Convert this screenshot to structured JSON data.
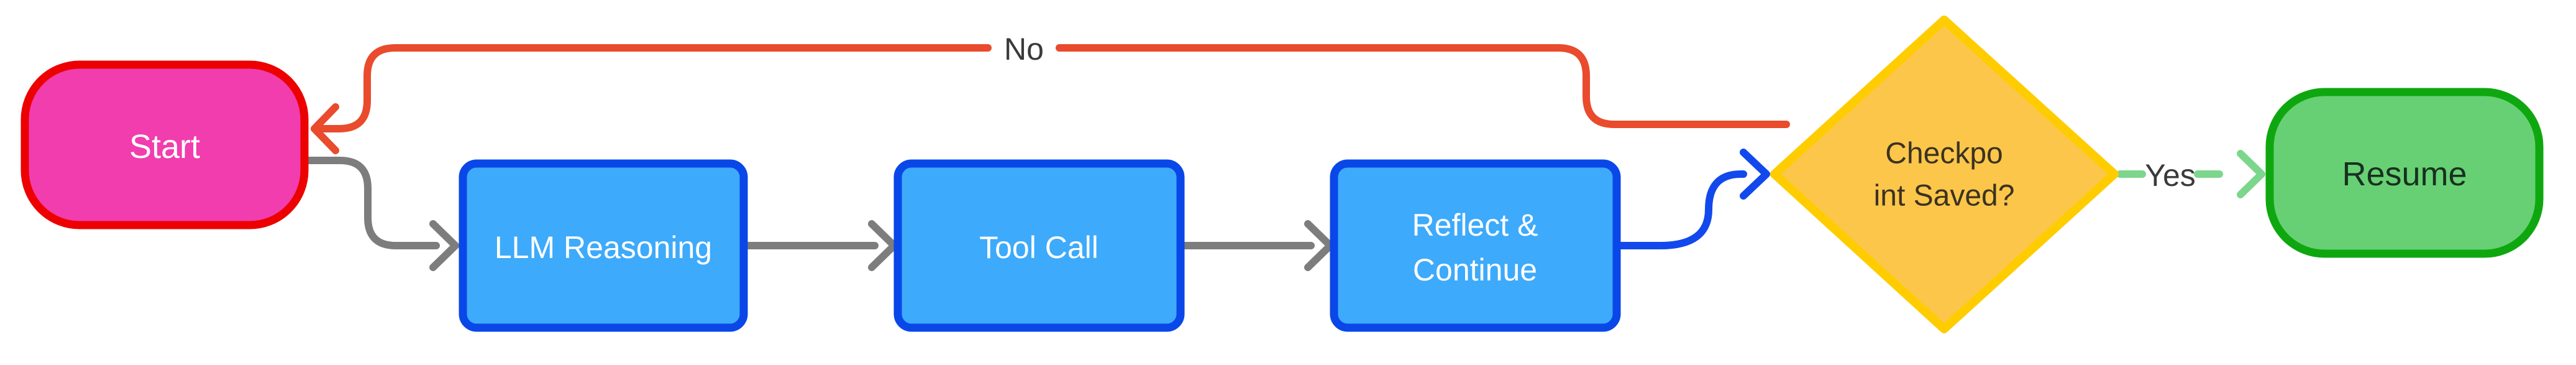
{
  "colors": {
    "background": "#FFFFFF",
    "flow_edge": "#7D7D7D",
    "no_edge": "#E94B2C",
    "blue_edge": "#1249EC",
    "yes_edge": "#7CD68C",
    "edge_label": "#3A3A3A"
  },
  "nodes": {
    "start": {
      "label": "Start",
      "fill": "#F13DAE",
      "border": "#EC0000",
      "text_color": "#FFFFFF"
    },
    "llm": {
      "label": "LLM Reasoning",
      "fill": "#3DAAFB",
      "border": "#0A47E8",
      "text_color": "#FFFFFF"
    },
    "tool": {
      "label": "Tool Call",
      "fill": "#3DAAFB",
      "border": "#0A47E8",
      "text_color": "#FFFFFF"
    },
    "reflect": {
      "label_line1": "Reflect &",
      "label_line2": "Continue",
      "fill": "#3DAAFB",
      "border": "#0A47E8",
      "text_color": "#FFFFFF"
    },
    "decision": {
      "label_line1": "Checkpo",
      "label_line2": "int Saved?",
      "fill": "#FCC64A",
      "border": "#FFCC00",
      "text_color": "#3B3222"
    },
    "resume": {
      "label": "Resume",
      "fill": "#67D074",
      "border": "#0FA70F",
      "text_color": "#19301F"
    }
  },
  "edges": {
    "no_label": "No",
    "yes_label": "Yes"
  }
}
